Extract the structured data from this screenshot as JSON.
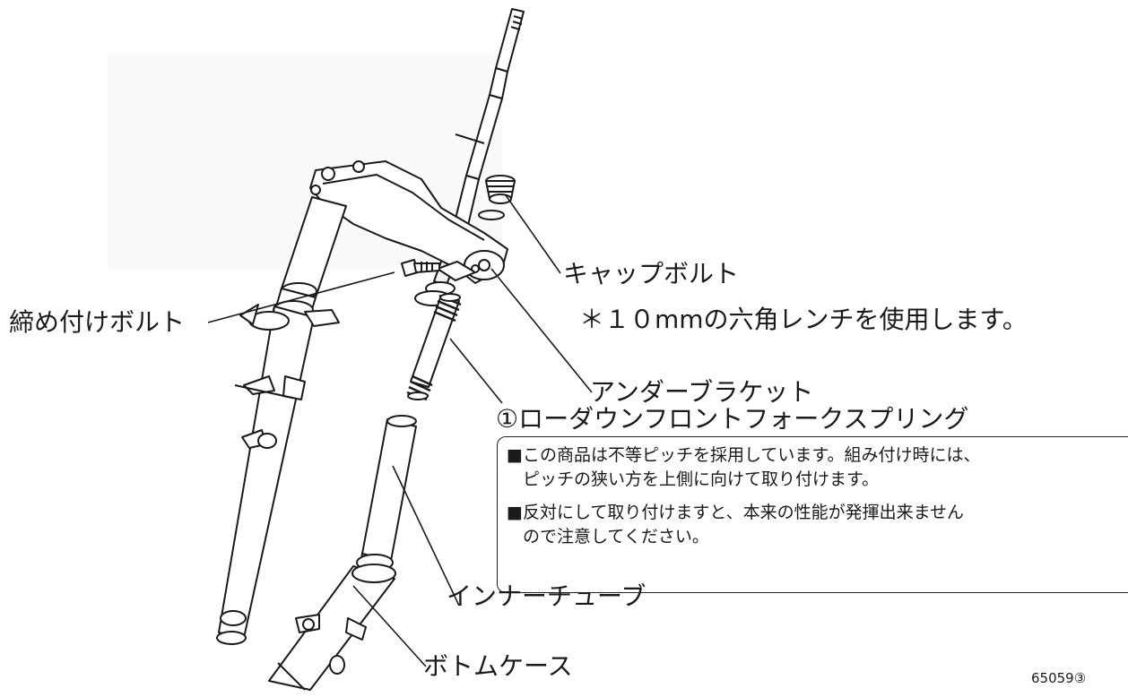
{
  "labels": {
    "cap_bolt": "キャップボルト",
    "hex_wrench": "＊１０mmの六角レンチを使用します。",
    "clamp_bolt": "締め付けボルト",
    "under_bracket": "アンダーブラケット",
    "spring": "①ローダウンフロントフォークスプリング",
    "inner_tube": "インナーチューブ",
    "bottom_case": "ボトムケース",
    "figure_code": "65059③"
  },
  "notes": [
    {
      "line1": "■この商品は不等ピッチを採用しています。組み付け時には、",
      "line2": "ピッチの狭い方を上側に向けて取り付けます。"
    },
    {
      "line1": "■反対にして取り付けますと、本来の性能が発揮出来ません",
      "line2": "ので注意してください。"
    }
  ],
  "colors": {
    "line": "#1a1a1a",
    "part_fill": "#ffffff",
    "shade": "#cfcfcf"
  },
  "icons": [
    "front-fork-assembly-drawing"
  ]
}
